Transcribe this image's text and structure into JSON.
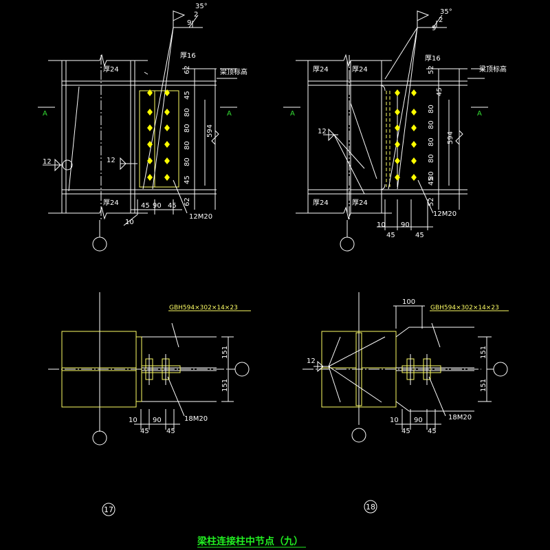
{
  "weld_angle": "35°",
  "weld_2": "2",
  "weld_9": "9",
  "thick16": "厚16",
  "thick24": "厚24",
  "beam_top": "梁顶标高",
  "section_a": "A",
  "weld_12": "12",
  "dims_17": {
    "d62": "62",
    "d45": "45",
    "d80": "80",
    "d594": "594",
    "d10": "10",
    "d90": "90",
    "bolts": "12M20"
  },
  "dims_18": {
    "d52": "52",
    "d45": "45",
    "d80": "80",
    "d594": "594",
    "d10": "10",
    "d90": "90",
    "bolts": "12M20"
  },
  "section_label": "GBH594×302×14×23",
  "plan": {
    "d151": "151",
    "d10": "10",
    "d90": "90",
    "d45": "45",
    "bolts": "18M20",
    "d100": "100"
  },
  "detail_17": "17",
  "detail_18": "18",
  "title": "梁柱连接柱中节点（九）"
}
